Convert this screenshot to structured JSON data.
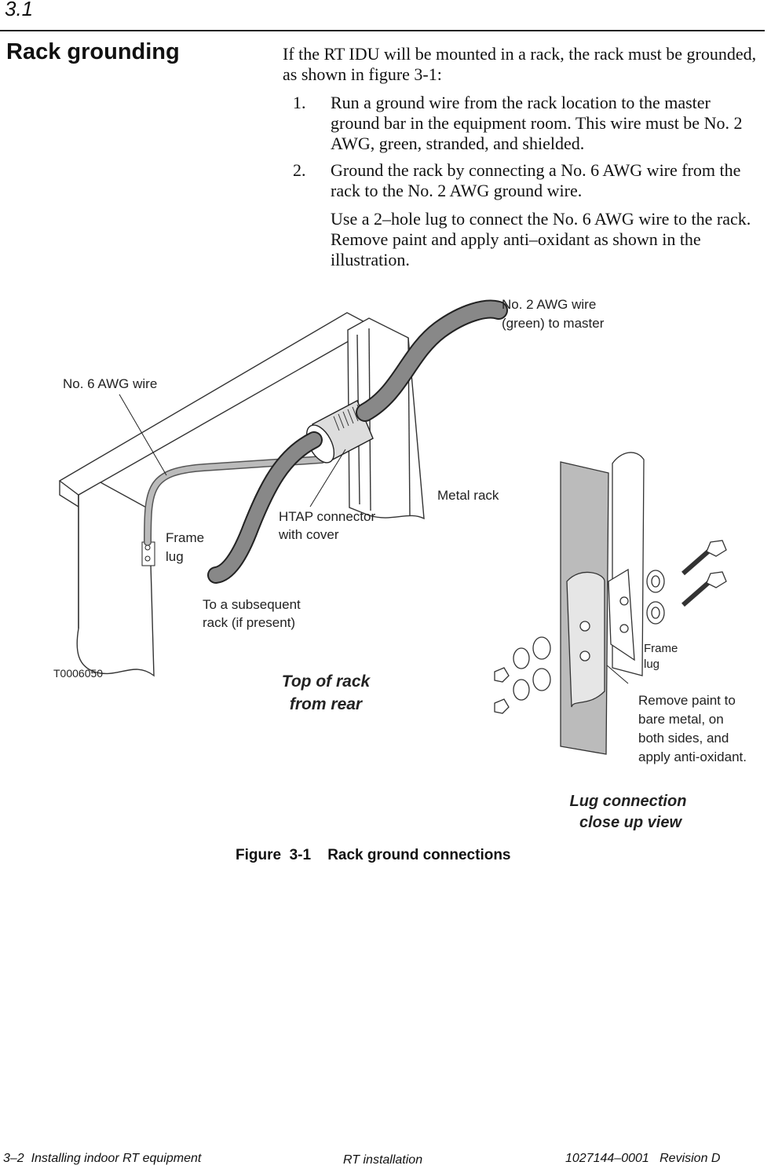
{
  "header": {
    "section_number": "3.1"
  },
  "side_heading": "Rack grounding",
  "intro": "If the RT IDU will be mounted in a rack, the rack must be grounded, as shown in figure 3-1:",
  "steps": [
    {
      "num": "1.",
      "text": "Run a ground wire from the rack location to the master ground bar in the equipment room. This wire must be No. 2 AWG, green, stranded, and shielded.",
      "sub": ""
    },
    {
      "num": "2.",
      "text": "Ground the rack by connecting a No. 6 AWG wire from the rack to the No. 2 AWG ground wire.",
      "sub": "Use a 2–hole lug to connect the No. 6 AWG wire to the rack. Remove paint and apply anti–oxidant as shown in the illustration."
    }
  ],
  "figure": {
    "labels": {
      "no2_line1": "No. 2 AWG wire",
      "no2_line2": "(green) to master",
      "no6": "No. 6 AWG wire",
      "metal_rack": "Metal rack",
      "htap_line1": "HTAP connector",
      "htap_line2": "with cover",
      "frame_lug_line1": "Frame",
      "frame_lug_line2": "lug",
      "subsequent_line1": "To a subsequent",
      "subsequent_line2": "rack (if present)",
      "part_id": "T0006050",
      "top_view_line1": "Top of rack",
      "top_view_line2": "from rear",
      "lug_frame_line1": "Frame",
      "lug_frame_line2": "lug",
      "remove_line1": "Remove paint to",
      "remove_line2": "bare metal, on",
      "remove_line3": "both sides, and",
      "remove_line4": "apply anti-oxidant.",
      "closeup_line1": "Lug connection",
      "closeup_line2": "close up view"
    },
    "caption": "Figure  3-1    Rack ground connections"
  },
  "footer": {
    "left": "3–2  Installing indoor RT equipment",
    "center": "RT installation",
    "right": "1027144–0001   Revision D"
  }
}
